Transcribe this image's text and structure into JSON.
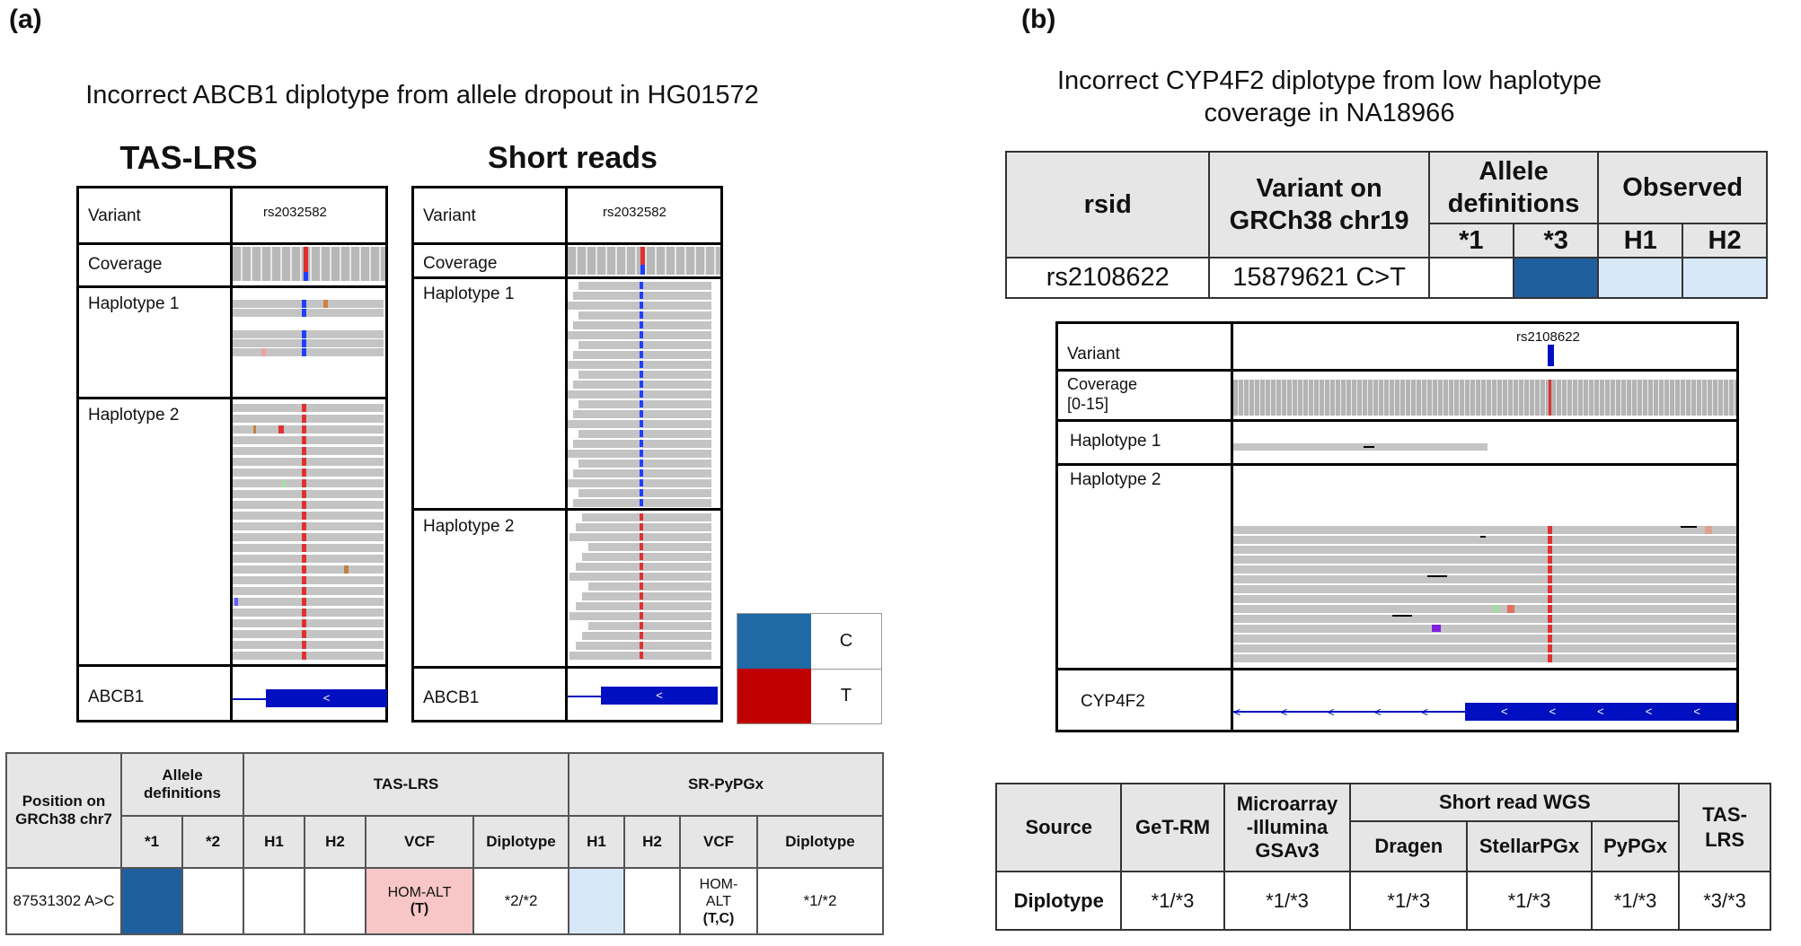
{
  "panel_a": {
    "letter": "(a)",
    "title": "Incorrect ABCB1 diplotype from allele dropout in HG01572",
    "tas_lrs_caption": "TAS-LRS",
    "short_reads_caption": "Short reads",
    "igv_labels": {
      "variant": "Variant",
      "coverage": "Coverage",
      "haplotype1": "Haplotype 1",
      "haplotype2": "Haplotype 2",
      "gene": "ABCB1",
      "rsid": "rs2032582"
    },
    "legend": [
      {
        "label": "C",
        "color": "#1f6aa5"
      },
      {
        "label": "T",
        "color": "#c00000"
      }
    ],
    "table": {
      "h_position": "Position on GRCh38 chr7",
      "h_allele_defs": "Allele definitions",
      "h_tas": "TAS-LRS",
      "h_sr": "SR-PyPGx",
      "sub": [
        "*1",
        "*2",
        "H1",
        "H2",
        "VCF",
        "Diplotype",
        "H1",
        "H2",
        "VCF",
        "Diplotype"
      ],
      "row_position": "87531302 A>C",
      "tas_vcf_1": "HOM-ALT",
      "tas_vcf_2": "(T)",
      "tas_diplotype": "*2/*2",
      "sr_vcf_1": "HOM-",
      "sr_vcf_2": "ALT",
      "sr_vcf_3": "(T,C)",
      "sr_diplotype": "*1/*2"
    }
  },
  "panel_b": {
    "letter": "(b)",
    "title_line1": "Incorrect CYP4F2 diplotype from low haplotype",
    "title_line2": "coverage in NA18966",
    "def_table": {
      "h_rsid": "rsid",
      "h_variant_1": "Variant on",
      "h_variant_2": "GRCh38 chr19",
      "h_allele_1": "Allele",
      "h_allele_2": "definitions",
      "h_observed": "Observed",
      "sub": [
        "*1",
        "*3",
        "H1",
        "H2"
      ],
      "rsid": "rs2108622",
      "variant": "15879621 C>T"
    },
    "igv_labels": {
      "variant": "Variant",
      "coverage_1": "Coverage",
      "coverage_2": "[0-15]",
      "haplotype1": "Haplotype 1",
      "haplotype2": "Haplotype 2",
      "gene": "CYP4F2",
      "rsid": "rs2108622"
    },
    "dip_table": {
      "h_source": "Source",
      "h_getrm": "GeT-RM",
      "h_micro_1": "Microarray",
      "h_micro_2": "-Illumina",
      "h_micro_3": "GSAv3",
      "h_short": "Short read WGS",
      "h_dragen": "Dragen",
      "h_stellar": "StellarPGx",
      "h_pypgx": "PyPGx",
      "h_tas_1": "TAS-",
      "h_tas_2": "LRS",
      "row_label": "Diplotype",
      "values": [
        "*1/*3",
        "*1/*3",
        "*1/*3",
        "*1/*3",
        "*1/*3",
        "*3/*3"
      ]
    }
  },
  "colors": {
    "blue_allele": "#1f5f9e",
    "light_blue": "#d7e8f8",
    "pink": "#f8c6c6",
    "red_allele": "#e03030",
    "gene_blue": "#0010c0",
    "header_gray": "#e6e6e6"
  }
}
